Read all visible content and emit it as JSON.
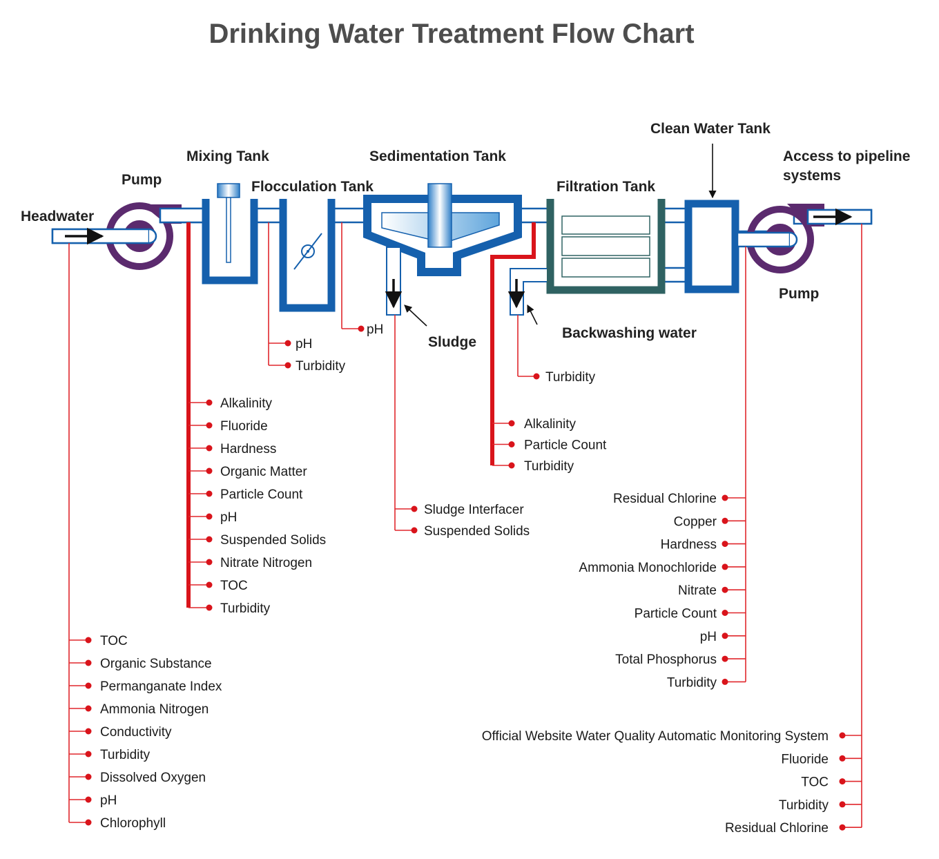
{
  "title": "Drinking Water Treatment Flow Chart",
  "colors": {
    "pipe_blue": "#1560ad",
    "filter_green": "#2f6262",
    "pump_purple": "#5b2a6e",
    "sensor_red": "#d9141b",
    "title_gray": "#4d4d4d"
  },
  "stages": {
    "headwater": "Headwater",
    "pump_in": "Pump",
    "mixing_tank": "Mixing Tank",
    "flocculation_tank": "Flocculation Tank",
    "sedimentation_tank": "Sedimentation Tank",
    "sludge": "Sludge",
    "filtration_tank": "Filtration Tank",
    "backwashing_water": "Backwashing water",
    "clean_water_tank": "Clean Water Tank",
    "pump_out": "Pump",
    "pipeline": [
      "Access to pipeline",
      "systems"
    ]
  },
  "monitoring": {
    "headwater": [
      "TOC",
      "Organic Substance",
      "Permanganate Index",
      "Ammonia Nitrogen",
      "Conductivity",
      "Turbidity",
      "Dissolved Oxygen",
      "pH",
      "Chlorophyll"
    ],
    "pre_mixing": [
      "Alkalinity",
      "Fluoride",
      "Hardness",
      "Organic Matter",
      "Particle Count",
      "pH",
      "Suspended Solids",
      "Nitrate Nitrogen",
      "TOC",
      "Turbidity"
    ],
    "mixing_outlet": [
      "pH",
      "Turbidity"
    ],
    "flocculation_outlet": [
      "pH"
    ],
    "sludge": [
      "Sludge Interfacer",
      "Suspended Solids"
    ],
    "sedimentation_outlet": [
      "Alkalinity",
      "Particle Count",
      "Turbidity"
    ],
    "backwash": [
      "Turbidity"
    ],
    "clean_water": [
      "Residual Chlorine",
      "Copper",
      "Hardness",
      "Ammonia Monochloride",
      "Nitrate",
      "Particle Count",
      "pH",
      "Total Phosphorus",
      "Turbidity"
    ],
    "pipeline": [
      "Official Website Water Quality Automatic Monitoring System",
      "Fluoride",
      "TOC",
      "Turbidity",
      "Residual Chlorine"
    ]
  }
}
